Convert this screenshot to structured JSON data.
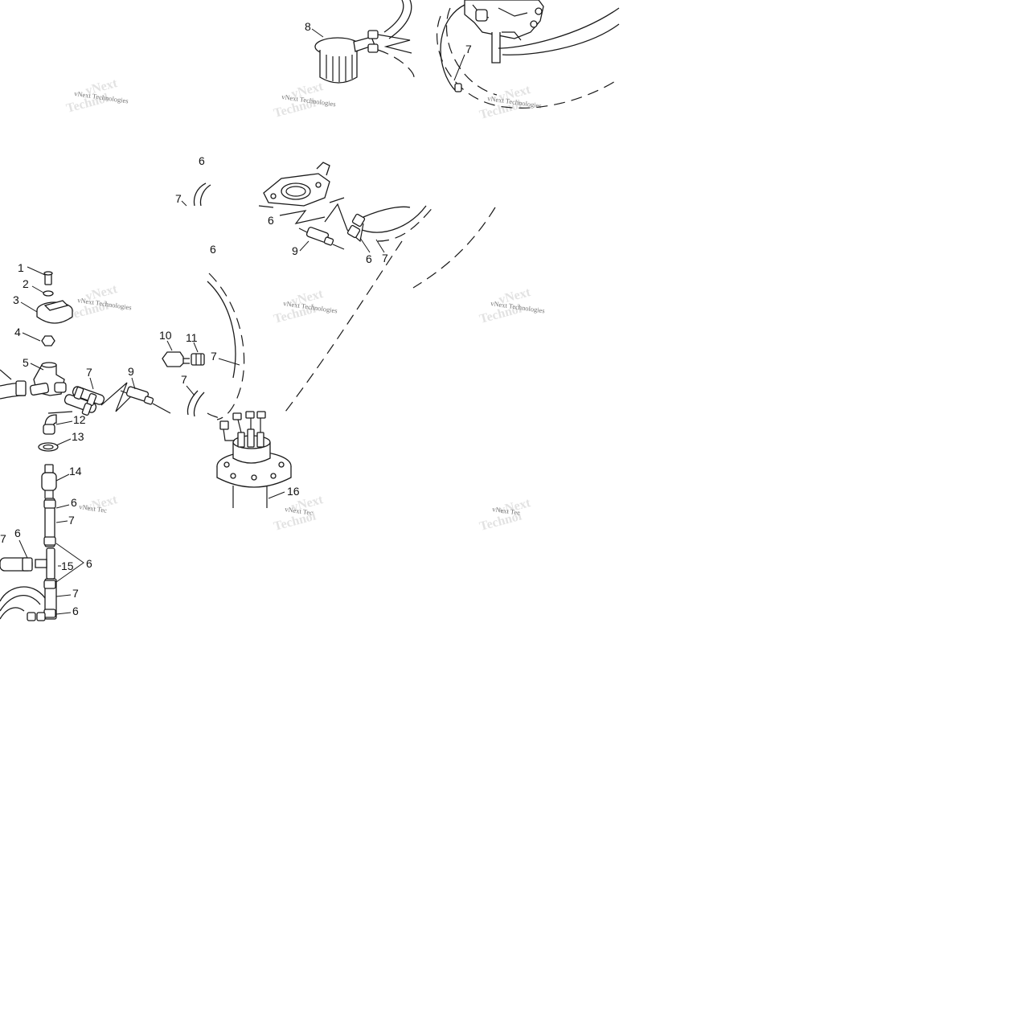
{
  "watermark": {
    "text": "vNext Technologies",
    "text_cut": "vNext Tec",
    "shadow_text": "vNext",
    "shadow_text2": "Technol"
  },
  "callouts": {
    "c1": "1",
    "c2": "2",
    "c3": "3",
    "c4": "4",
    "c5": "5",
    "c6": "6",
    "c7": "7",
    "c8": "8",
    "c9": "9",
    "c10": "10",
    "c11": "11",
    "c12": "12",
    "c13": "13",
    "c14": "14",
    "c15": "15",
    "c16": "16"
  }
}
